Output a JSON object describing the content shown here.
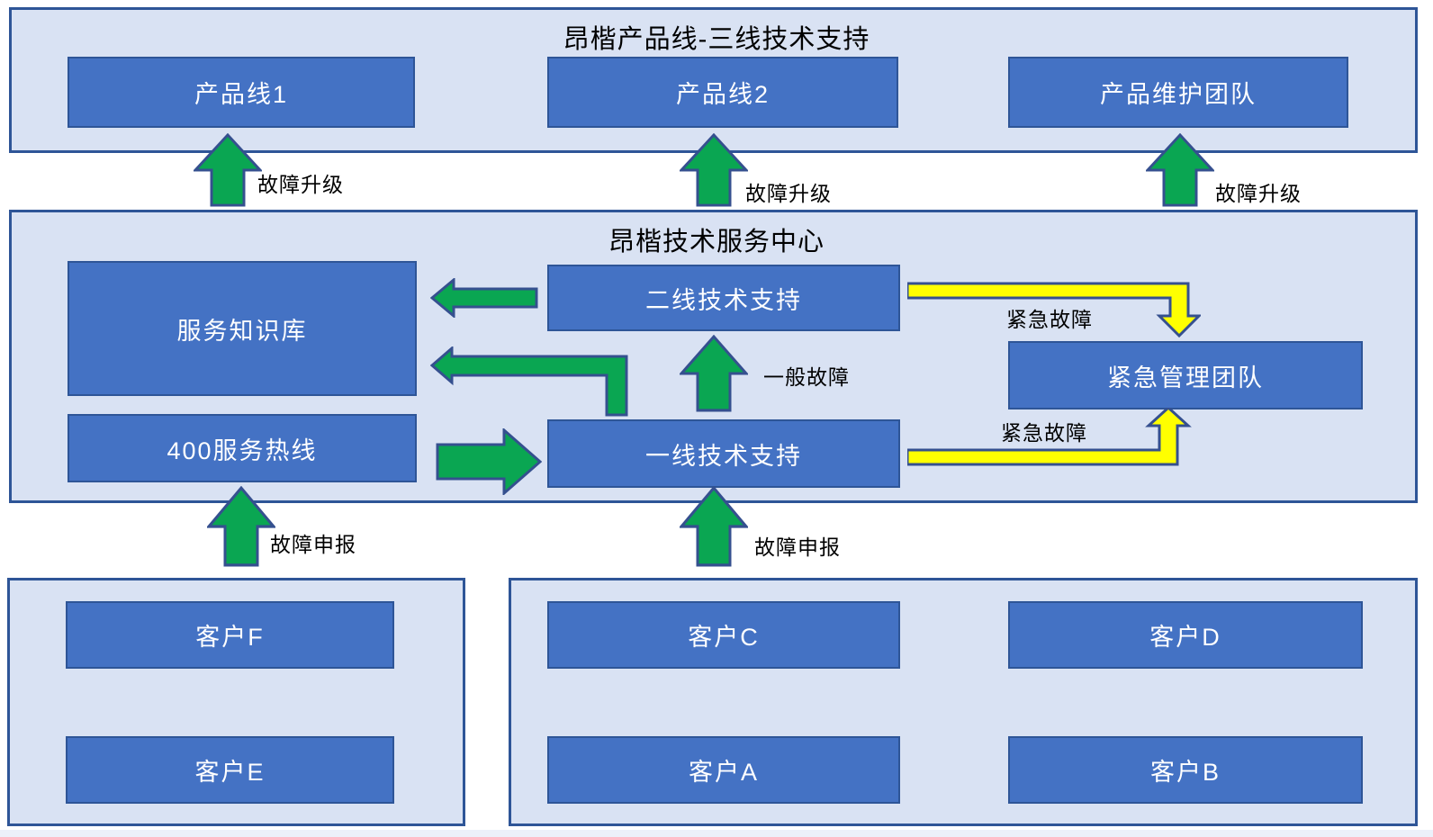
{
  "diagram": {
    "top_section": {
      "title": "昂楷产品线-三线技术支持",
      "boxes": {
        "product_line_1": "产品线1",
        "product_line_2": "产品线2",
        "maintenance_team": "产品维护团队"
      }
    },
    "middle_section": {
      "title": "昂楷技术服务中心",
      "boxes": {
        "knowledge_base": "服务知识库",
        "hotline_400": "400服务热线",
        "second_line_support": "二线技术支持",
        "first_line_support": "一线技术支持",
        "emergency_team": "紧急管理团队"
      }
    },
    "bottom_left_section": {
      "boxes": {
        "customer_f": "客户F",
        "customer_e": "客户E"
      }
    },
    "bottom_right_section": {
      "boxes": {
        "customer_c": "客户C",
        "customer_a": "客户A",
        "customer_d": "客户D",
        "customer_b": "客户B"
      }
    },
    "arrow_labels": {
      "escalation_1": "故障升级",
      "escalation_2": "故障升级",
      "escalation_3": "故障升级",
      "general_fault": "一般故障",
      "emergency_top": "紧急故障",
      "emergency_bottom": "紧急故障",
      "report_left": "故障申报",
      "report_center": "故障申报"
    },
    "colors": {
      "container_fill": "#D9E2F3",
      "container_border": "#2E5597",
      "node_fill": "#4472C4",
      "node_border": "#2E5597",
      "arrow_green": "#0AA652",
      "arrow_yellow": "#FFFF00",
      "arrow_outline": "#35508F"
    }
  }
}
